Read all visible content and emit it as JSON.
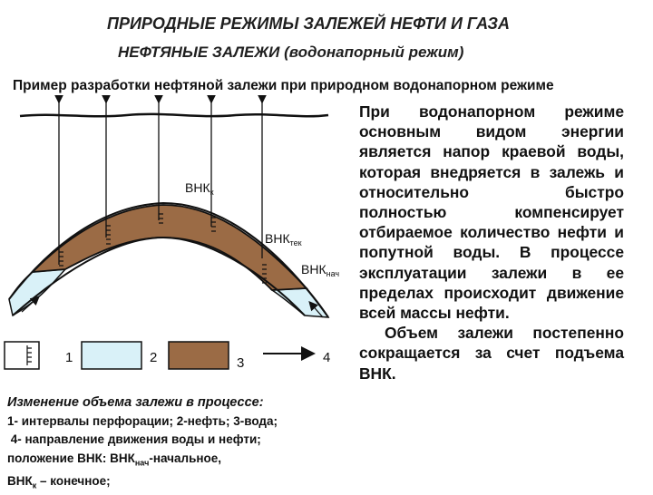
{
  "title": "ПРИРОДНЫЕ РЕЖИМЫ ЗАЛЕЖЕЙ НЕФТИ И ГАЗА",
  "subtitle": "НЕФТЯНЫЕ ЗАЛЕЖИ (водонапорный режим)",
  "example_heading": "Пример разработки нефтяной залежи при природном водонапорном режиме",
  "diagram": {
    "labels": {
      "vnk_k": {
        "main": "ВНК",
        "sub": "к"
      },
      "vnk_tek": {
        "main": "ВНК",
        "sub": "тек"
      },
      "vnk_nach": {
        "main": "ВНК",
        "sub": "нач"
      }
    },
    "legend": [
      {
        "num": "1",
        "meaning": "интервалы перфорации"
      },
      {
        "num": "2",
        "meaning": "нефть"
      },
      {
        "num": "3",
        "meaning": "вода"
      },
      {
        "num": "4",
        "meaning": "направление движения воды и нефти"
      }
    ],
    "colors": {
      "oil": "#9b6b45",
      "water": "#d9f1f8",
      "outline": "#111111"
    }
  },
  "description": "При водонапорном режиме основным видом энергии является напор краевой воды, которая внедряется в залежь и относительно быстро полностью компенсирует отбираемое количество нефти и попутной воды. В процессе эксплуатации залежи в ее пределах происходит движение всей массы нефти.",
  "description2": "Объем залежи постепенно сокращается за счет подъема ВНК.",
  "caption": {
    "title": "Изменение объема залежи в процессе:",
    "line1": "1- интервалы перфорации; 2-нефть; 3-вода;",
    "line2": " 4- направление движения воды и нефти;",
    "line3_pre": "положение ВНК: ВНК",
    "line3_sub": "нач",
    "line3_post": "-начальное,",
    "line4_pre": "ВНК",
    "line4_sub": "к",
    "line4_post": " – конечное;"
  }
}
